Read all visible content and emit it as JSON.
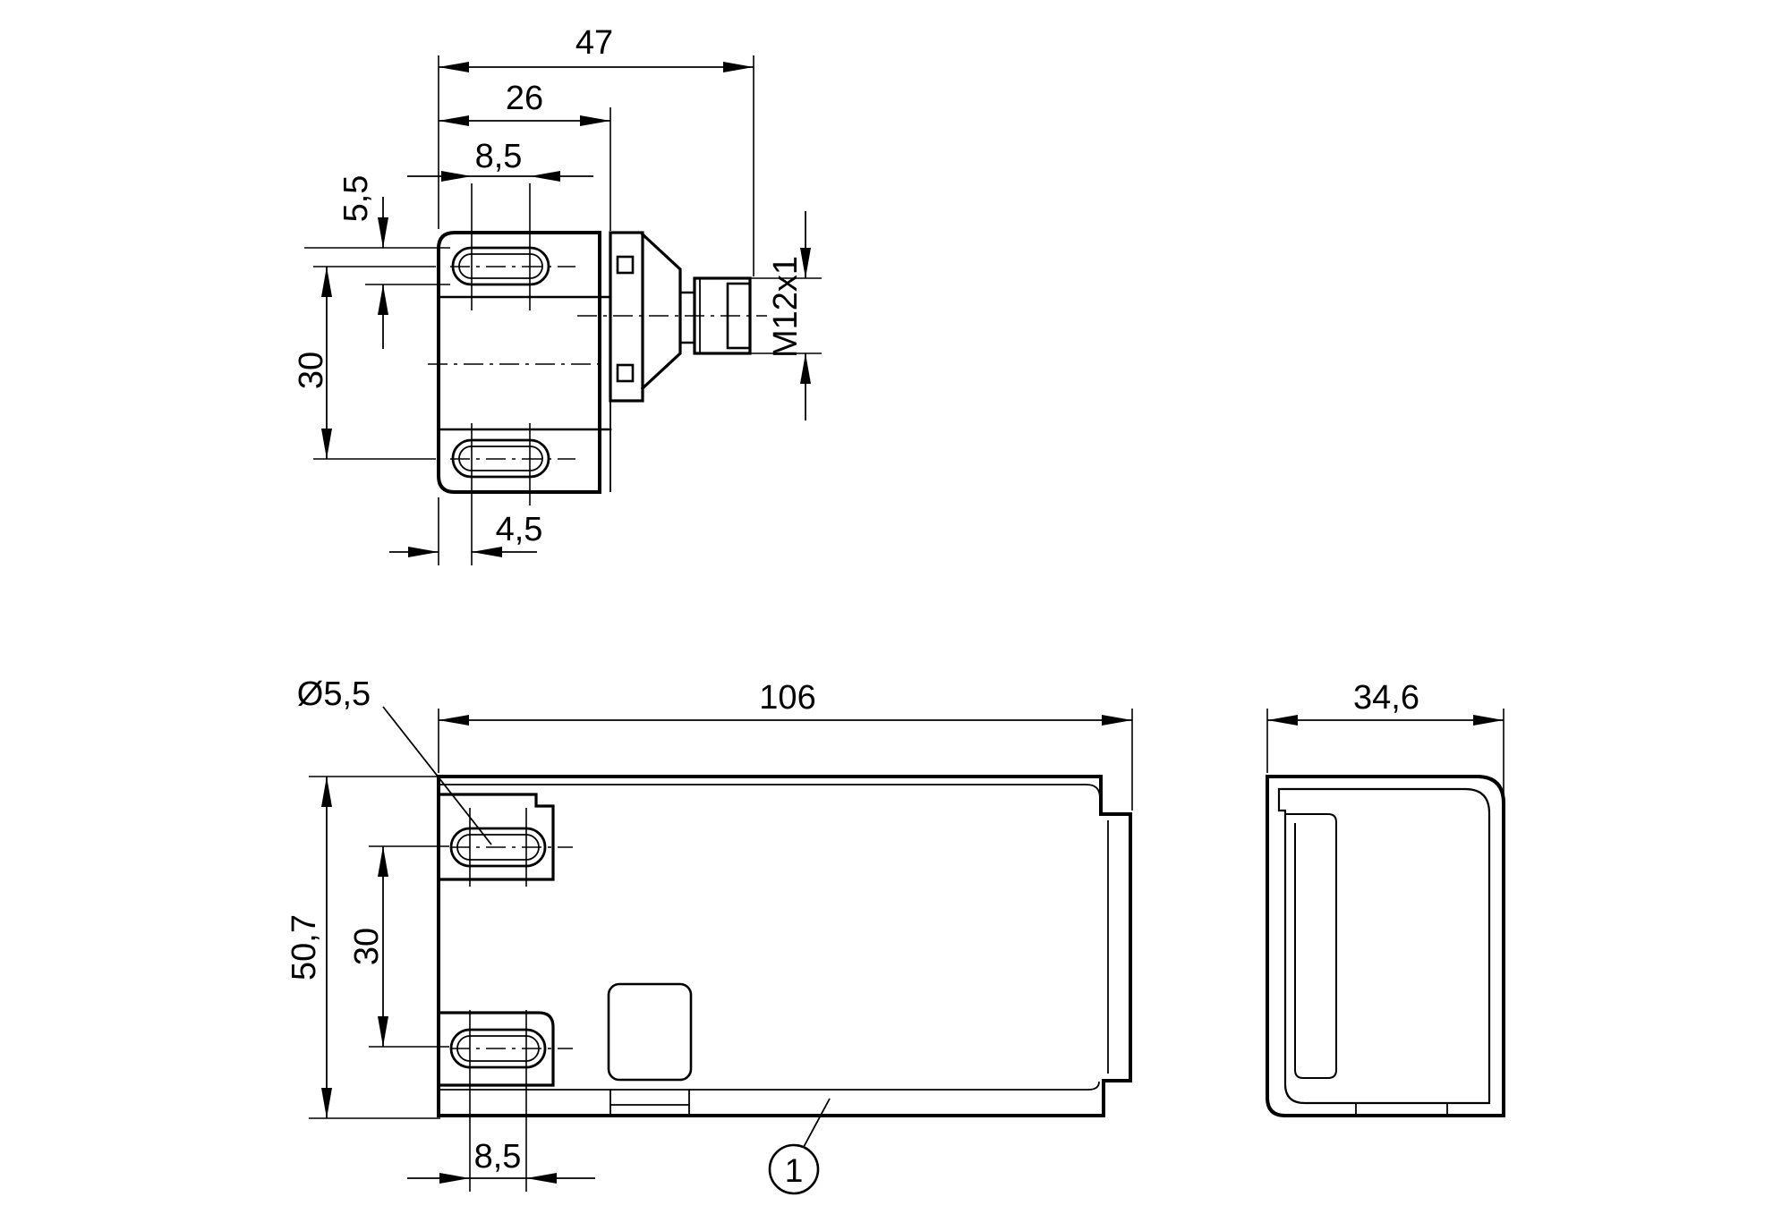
{
  "drawing": {
    "kind": "technical-dimensional-drawing",
    "style": {
      "ink_color": "#000000",
      "background_color": "#ffffff"
    }
  },
  "labels": {
    "top_total_width": "47",
    "top_housing_width": "26",
    "top_slot_length": "8,5",
    "top_slot_width": "5,5",
    "top_hole_pitch": "30",
    "connector_thread": "M12x1",
    "top_edge_to_hole": "4,5",
    "side_hole_diameter": "Ø5,5",
    "side_length": "106",
    "side_height": "50,7",
    "side_hole_pitch": "30",
    "side_slot_length": "8,5",
    "end_depth": "34,6",
    "callout_1": "1"
  }
}
